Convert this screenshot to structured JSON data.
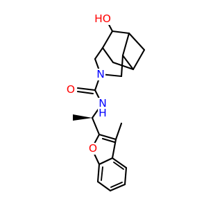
{
  "molecule": {
    "atoms": {
      "hydroxyl": {
        "text": "HO",
        "color": "#ff0000"
      },
      "ring_nitrogen": {
        "text": "N",
        "color": "#0000ff"
      },
      "amide_oxygen": {
        "text": "O",
        "color": "#ff0000"
      },
      "amide_nitrogen": {
        "text": "N",
        "color": "#0000ff"
      },
      "amide_hydrogen": {
        "text": "H",
        "color": "#0000ff"
      },
      "furan_oxygen": {
        "text": "O",
        "color": "#ff0000"
      }
    },
    "bond_color": "#000000",
    "background": "#ffffff"
  }
}
